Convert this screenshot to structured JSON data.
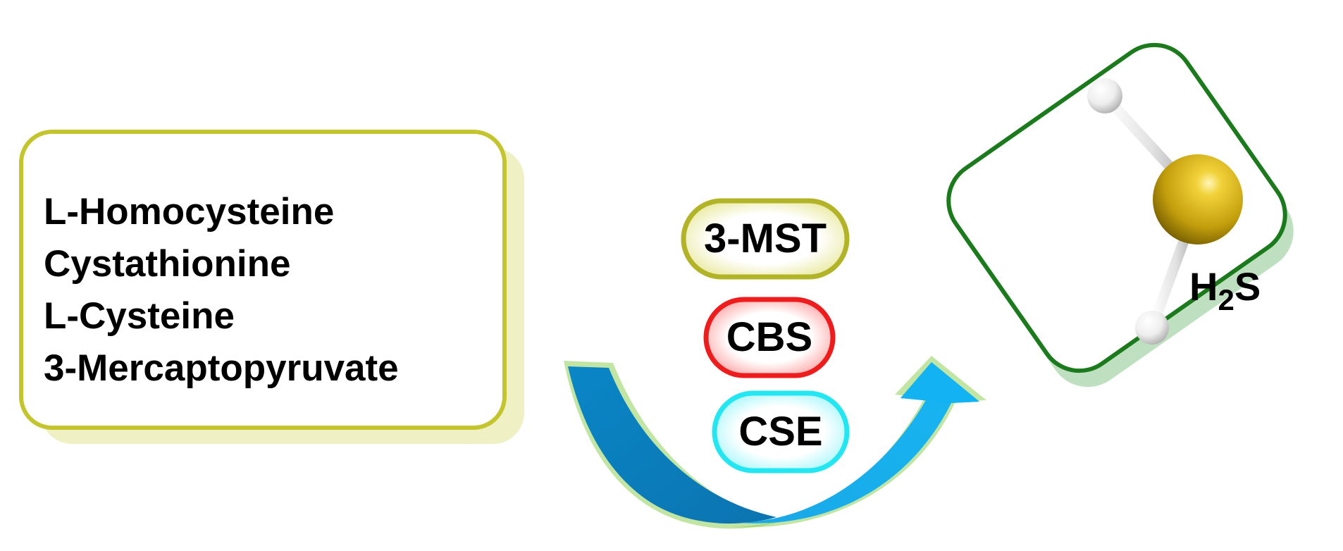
{
  "substrates": {
    "items": [
      "L-Homocysteine",
      "Cystathionine",
      "L-Cysteine",
      "3-Mercaptopyruvate"
    ]
  },
  "enzymes": {
    "items": [
      {
        "label": "3-MST",
        "fill": "#f3f3b4",
        "border": "#b3b328"
      },
      {
        "label": "CBS",
        "fill": "#ffd6d6",
        "border": "#ee1c1c"
      },
      {
        "label": "CSE",
        "fill": "#d9fdff",
        "border": "#22e6f2"
      }
    ]
  },
  "product": {
    "formula_main": "H",
    "formula_sub": "2",
    "formula_tail": "S"
  },
  "colors": {
    "substrate_box_border": "#c4c52c",
    "substrate_box_shadow": "#eff0c4",
    "product_box_border": "#1b7a1b",
    "product_box_shadow": "#bfe0c0",
    "arrow_left": "#0a7fbf",
    "arrow_right": "#1ab0ef",
    "arrow_glow": "#8fcf5a",
    "sulfur_atom": "#c9a80f",
    "hydrogen_atom": "#f4f4f4"
  }
}
